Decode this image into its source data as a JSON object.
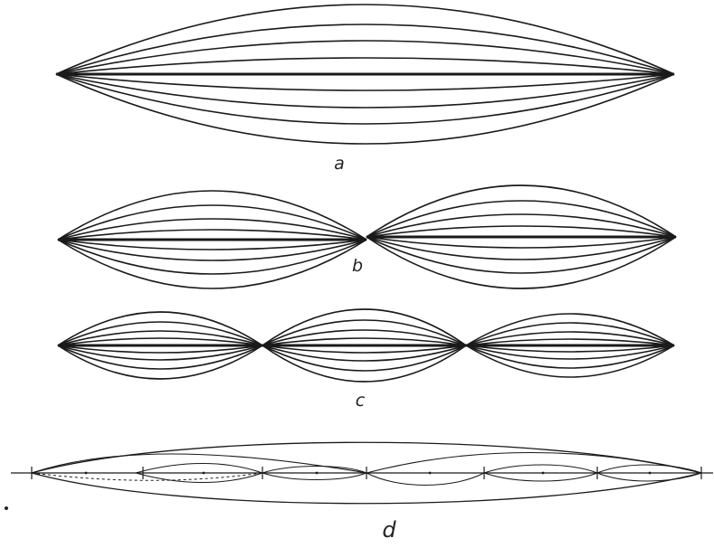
{
  "figure": {
    "panels": [
      {
        "id": "a",
        "label": "a",
        "loops": 1
      },
      {
        "id": "b",
        "label": "b",
        "loops": 2
      },
      {
        "id": "c",
        "label": "c",
        "loops": 3
      },
      {
        "id": "d",
        "label": "d",
        "loops": "superposition"
      }
    ],
    "stroke_color": "#1a1a1a"
  }
}
